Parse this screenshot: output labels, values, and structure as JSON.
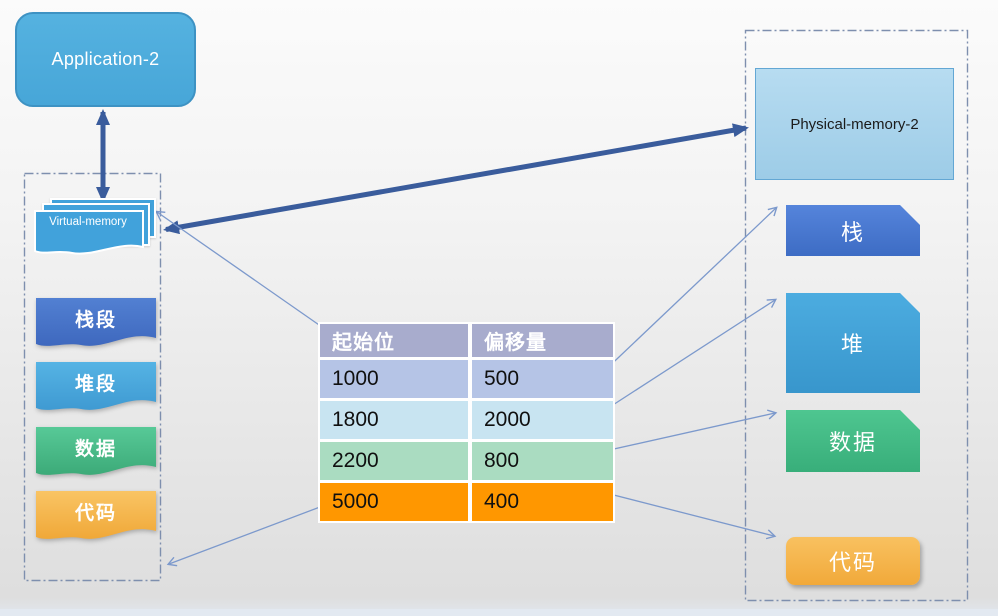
{
  "app": {
    "label": "Application-2"
  },
  "virtual_memory": {
    "label": "Virtual-memory"
  },
  "left_segments": [
    {
      "label": "栈段",
      "color": "#4c7cd0"
    },
    {
      "label": "堆段",
      "color": "#4faee0"
    },
    {
      "label": "数据",
      "color": "#52c492"
    },
    {
      "label": "代码",
      "color": "#f8c25d"
    }
  ],
  "segment_table": {
    "headers": [
      "起始位",
      "偏移量"
    ],
    "header_color": "#a8accd",
    "rows": [
      {
        "start": "1000",
        "offset": "500",
        "color": "#b5c4e6"
      },
      {
        "start": "1800",
        "offset": "2000",
        "color": "#c8e4f1"
      },
      {
        "start": "2200",
        "offset": "800",
        "color": "#aadcc1"
      },
      {
        "start": "5000",
        "offset": "400",
        "color": "#ff9700"
      }
    ]
  },
  "physical_memory": {
    "label": "Physical-memory-2"
  },
  "right_segments": [
    {
      "label": "栈",
      "color": "#4a78d0"
    },
    {
      "label": "堆",
      "color": "#42a1d6"
    },
    {
      "label": "数据",
      "color": "#43ba85"
    },
    {
      "label": "代码",
      "color": "#f5b54d"
    }
  ],
  "connections": [
    {
      "from": "application-2",
      "to": "virtual-memory",
      "style": "thick-double-arrow"
    },
    {
      "from": "virtual-memory",
      "to": "physical-memory-2",
      "style": "thick-double-arrow"
    },
    {
      "from": "segment-table-top",
      "to": "virtual-memory",
      "style": "thin-arrow"
    },
    {
      "from": "segment-table-bottom",
      "to": "virtual-memory-container",
      "style": "thin-arrow"
    },
    {
      "from": "table-row-1000",
      "to": "栈",
      "style": "thin-arrow"
    },
    {
      "from": "table-row-1800",
      "to": "堆",
      "style": "thin-arrow"
    },
    {
      "from": "table-row-2200",
      "to": "数据",
      "style": "thin-arrow"
    },
    {
      "from": "table-row-5000",
      "to": "代码",
      "style": "thin-arrow"
    }
  ],
  "colors": {
    "thick_arrow": "#3a5c9c",
    "thin_arrow": "#7c99cc",
    "dashed_container": "#7e8fae",
    "app_box": "#4babdc",
    "physical_memory_box": "#a9d4ec"
  }
}
